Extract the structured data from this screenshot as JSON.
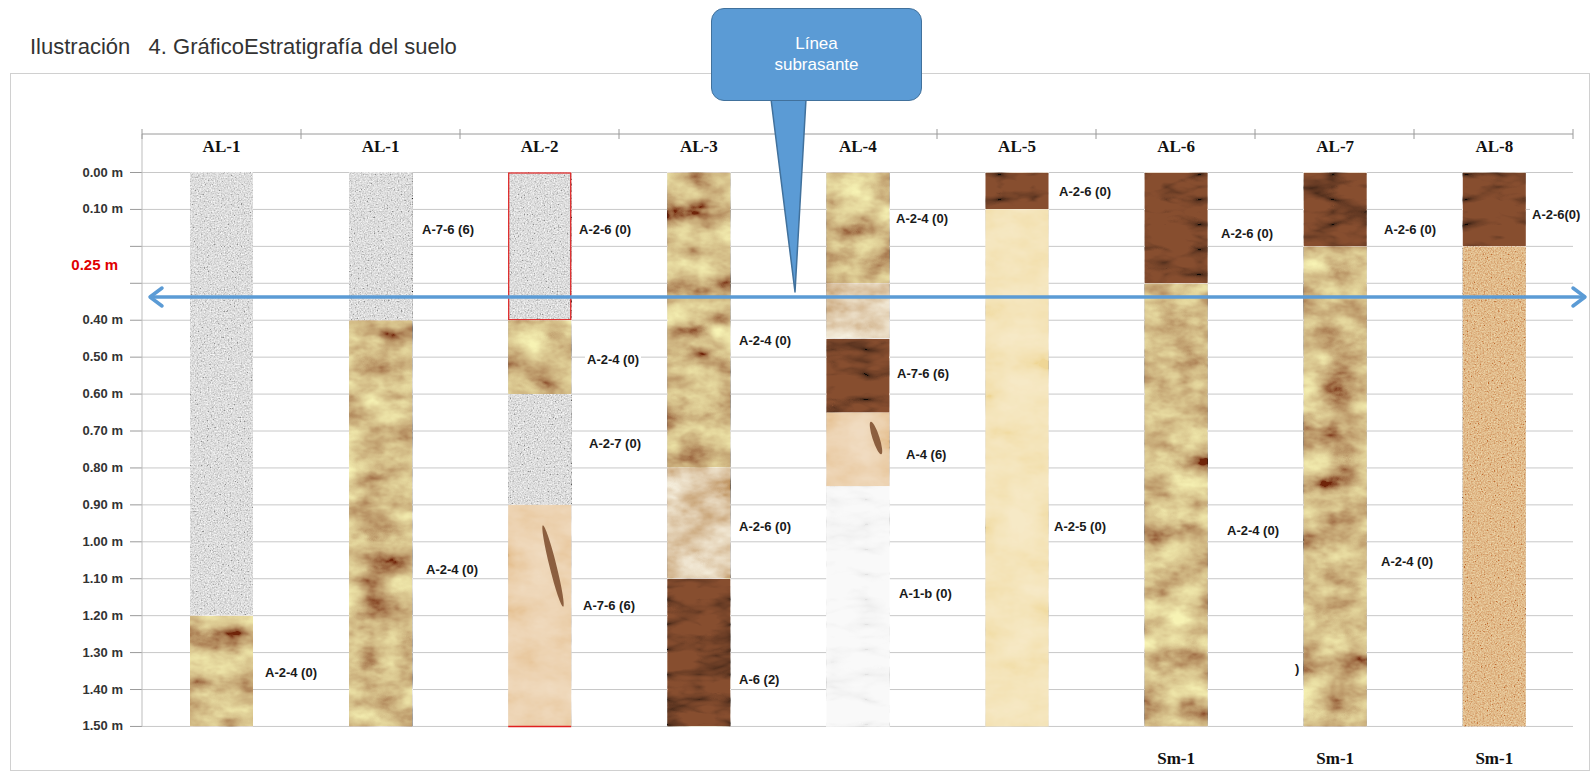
{
  "diagram": {
    "title": "Ilustración   4. GráficoEstratigrafía del suelo",
    "nodes": [
      {
        "text": [
          "Línea subrasante"
        ]
      }
    ],
    "labels": [
      "AL-1",
      "AL-1",
      "AL-2",
      "AL-3",
      "AL-4",
      "AL-5",
      "AL-6",
      "AL-7",
      "AL-8",
      "0.00 m",
      "0.10 m",
      "0.25 m",
      "0.40 m",
      "0.50 m",
      "0.60 m",
      "0.70 m",
      "0.80 m",
      "0.90 m",
      "1.00 m",
      "1.10 m",
      "1.20 m",
      "1.30 m",
      "1.40 m",
      "1.50 m",
      "A-2-4 (0)",
      "A-7-6 (6)",
      "A-2-4 (0)",
      "A-2-6 (0)",
      "A-2-4 (0)",
      "A-2-7 (0)",
      "A-7-6 (6)",
      "A-2-4 (0)",
      "A-2-6 (0)",
      "A-6 (2)",
      "A-2-4 (0)",
      "A-7-6 (6)",
      "A-4 (6)",
      "A-1-b (0)",
      "A-2-6 (0)",
      "A-2-5 (0)",
      "A-2-6 (0)",
      "A-2-4 (0)",
      "A-2-6 (0)",
      "A-2-4 (0)",
      ")",
      "A-2-6(0)",
      "Sm-1",
      "Sm-1",
      "Sm-1"
    ]
  }
}
